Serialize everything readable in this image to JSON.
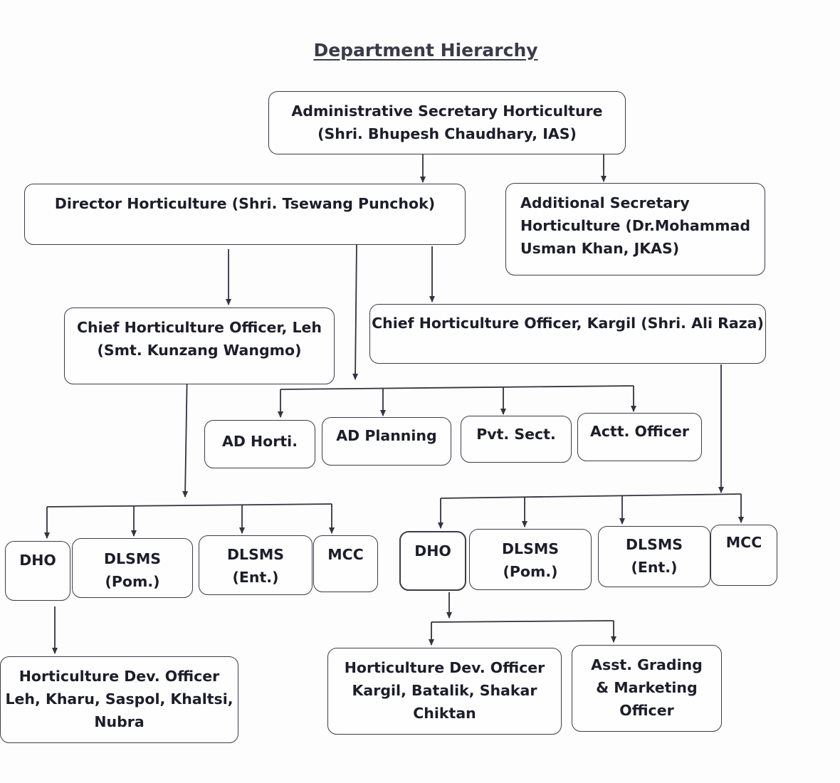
{
  "title": "Department Hierarchy",
  "nodes": {
    "admin_secretary": [
      "Administrative Secretary Horticulture",
      "(Shri. Bhupesh Chaudhary, IAS)"
    ],
    "director": [
      "Director Horticulture (Shri. Tsewang Punchok)"
    ],
    "additional_secretary": [
      "Additional Secretary",
      "Horticulture (Dr.Mohammad",
      "Usman Khan, JKAS)"
    ],
    "cho_leh": [
      "Chief Horticulture Officer, Leh",
      "(Smt. Kunzang Wangmo)"
    ],
    "cho_kargil": [
      "Chief Horticulture Officer, Kargil (Shri. Ali Raza)"
    ],
    "ad_horti": [
      "AD Horti."
    ],
    "ad_planning": [
      "AD Planning"
    ],
    "pvt_sect": [
      "Pvt. Sect."
    ],
    "actt_officer": [
      "Actt. Officer"
    ],
    "leh_dho": [
      "DHO"
    ],
    "leh_dlsms_pom": [
      "DLSMS",
      "(Pom.)"
    ],
    "leh_dlsms_ent": [
      "DLSMS",
      "(Ent.)"
    ],
    "leh_mcc": [
      "MCC"
    ],
    "kargil_dho": [
      "DHO"
    ],
    "kargil_dlsms_pom": [
      "DLSMS",
      "(Pom.)"
    ],
    "kargil_dlsms_ent": [
      "DLSMS",
      "(Ent.)"
    ],
    "kargil_mcc": [
      "MCC"
    ],
    "hdo_leh": [
      "Horticulture Dev. Officer",
      "Leh, Kharu, Saspol, Khaltsi,",
      "Nubra"
    ],
    "hdo_kargil": [
      "Horticulture Dev. Officer",
      "Kargil, Batalik, Shakar",
      "Chiktan"
    ],
    "asst_grading": [
      "Asst. Grading",
      "& Marketing",
      "Officer"
    ]
  }
}
